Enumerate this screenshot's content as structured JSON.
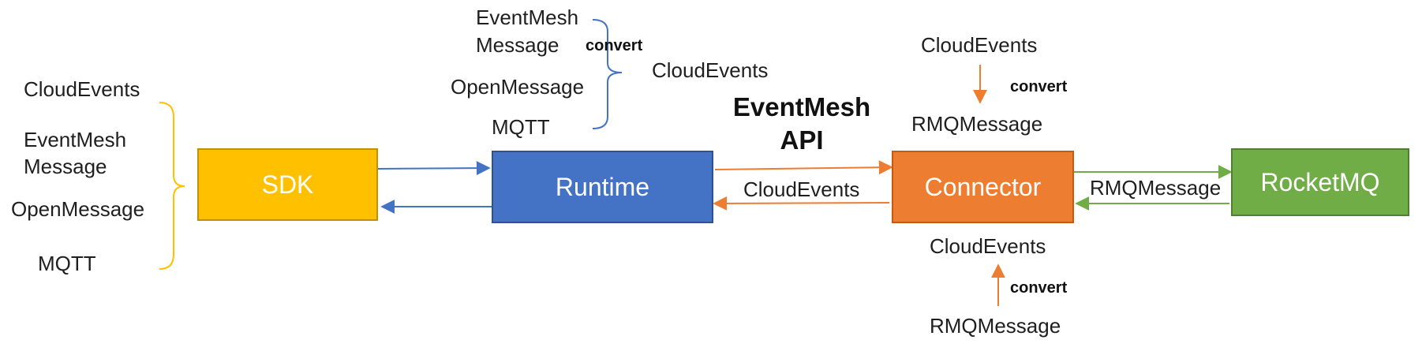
{
  "colors": {
    "sdk": "#FFC000",
    "runtime": "#4472C4",
    "connector": "#ED7D31",
    "rocketmq": "#70AD47",
    "text": "#1F1F1F"
  },
  "boxes": {
    "sdk": "SDK",
    "runtime": "Runtime",
    "connector": "Connector",
    "rocketmq": "RocketMQ"
  },
  "sdk_protocols": {
    "cloudevents": "CloudEvents",
    "eventmesh_line1": "EventMesh",
    "eventmesh_line2": "Message",
    "openmessage": "OpenMessage",
    "mqtt": "MQTT"
  },
  "runtime_convert": {
    "eventmesh_line1": "EventMesh",
    "eventmesh_line2": "Message",
    "openmessage": "OpenMessage",
    "mqtt": "MQTT",
    "convert": "convert",
    "target": "CloudEvents"
  },
  "api_title": {
    "line1": "EventMesh",
    "line2": "API"
  },
  "runtime_connector_label": "CloudEvents",
  "connector_rocketmq_label": "RMQMessage",
  "connector_top": {
    "source": "CloudEvents",
    "convert": "convert",
    "target": "RMQMessage"
  },
  "connector_bottom": {
    "target": "CloudEvents",
    "convert": "convert",
    "source": "RMQMessage"
  }
}
